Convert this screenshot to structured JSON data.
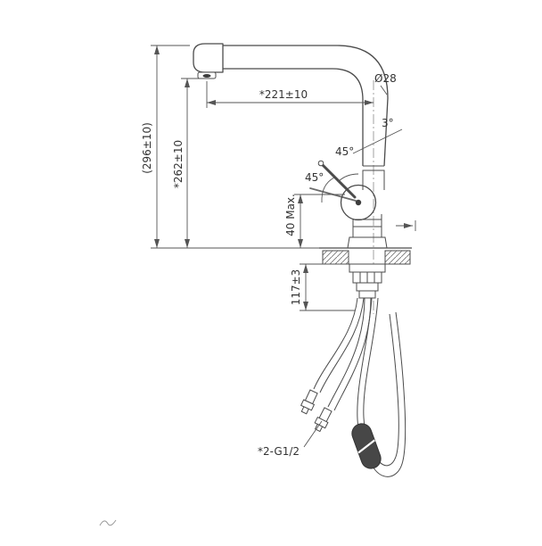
{
  "page": {
    "background": "#ffffff",
    "line_color": "#4b4b4b",
    "dim_color": "#555555",
    "text_color": "#333333"
  },
  "drawing": {
    "type": "technical-dimension-drawing",
    "subject": "pull-out kitchen faucet, side elevation with installation hoses",
    "labels": {
      "spout_diameter": "Ø28",
      "spout_reach": "*221±10",
      "overall_height": "(296±10)",
      "outlet_height": "*262±10",
      "pipe_angle": "3°",
      "handle_angle_upper": "45°",
      "handle_angle_lower": "45°",
      "max_deck_thickness": "40 Max.",
      "under_counter_length": "117±3",
      "hose_thread": "*2-G1/2"
    }
  }
}
